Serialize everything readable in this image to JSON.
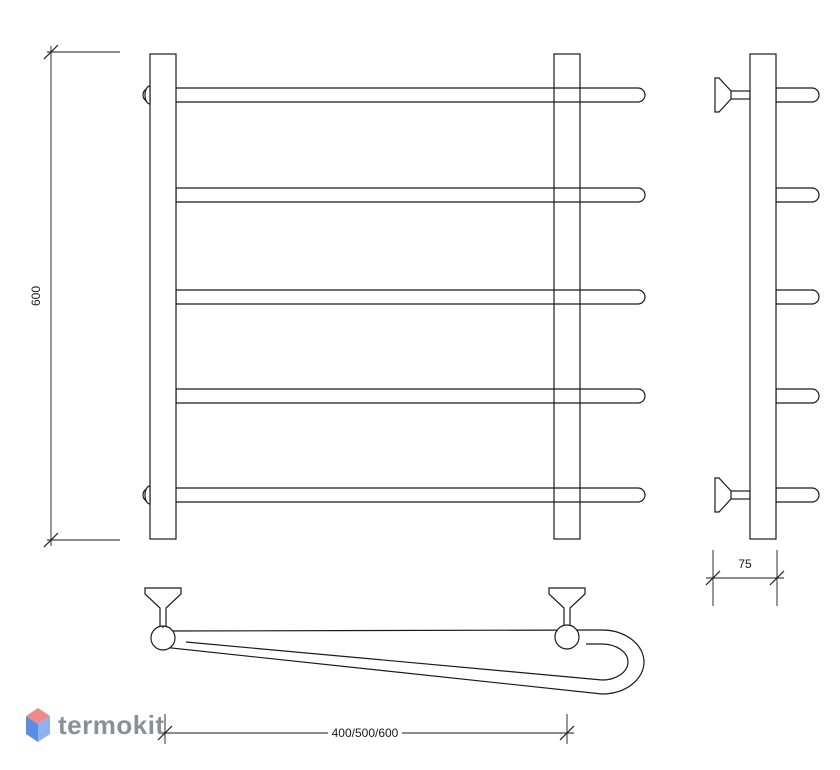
{
  "dimensions": {
    "height": "600",
    "depth": "75",
    "width": "400/500/600"
  },
  "logo": {
    "text": "termokit",
    "colors": {
      "top": "#f08a8a",
      "left": "#5b8de0",
      "right": "#8fb2ee",
      "text": "#8a8f98"
    }
  },
  "drawing": {
    "rungs": 5,
    "views": [
      "front-view",
      "side-view",
      "top-view"
    ]
  }
}
